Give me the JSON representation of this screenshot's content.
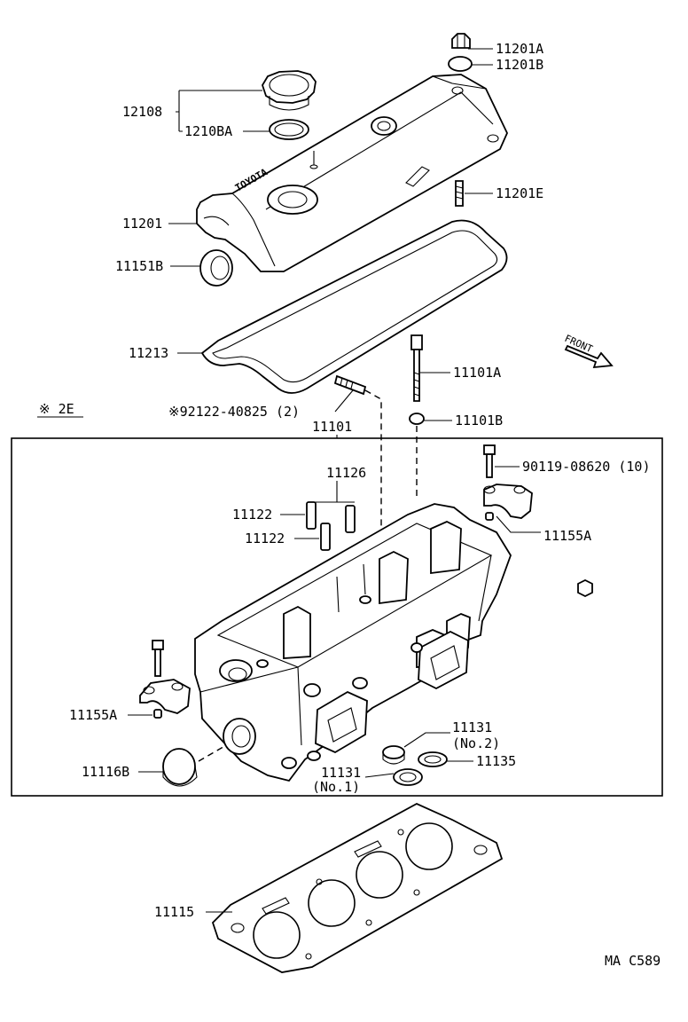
{
  "callouts": {
    "c11201a": "11201A",
    "c11201b": "11201B",
    "c12108": "12108",
    "c12108a": "1210BA",
    "c11201e": "11201E",
    "c11201": "11201",
    "c11151b": "11151B",
    "c11213": "11213",
    "c11101a": "11101A",
    "c92122": "※92122-40825 (2)",
    "c11101b": "11101B",
    "c11101": "11101",
    "c2e": "※ 2E",
    "c90119": "90119-08620 (10)",
    "c11126": "11126",
    "c11122a": "11122",
    "c11122b": "11122",
    "c11155a_r": "11155A",
    "c11155a_l": "11155A",
    "c11131_no2": "11131",
    "c11131_no2_sub": "(No.2)",
    "c11135": "11135",
    "c11116b": "11116B",
    "c11131_no1": "11131",
    "c11131_no1_sub": "(No.1)",
    "c11115": "11115"
  },
  "front_label": "FRONT",
  "valve_cover_logo": "TOYOTA",
  "footer_code": "MA C589"
}
